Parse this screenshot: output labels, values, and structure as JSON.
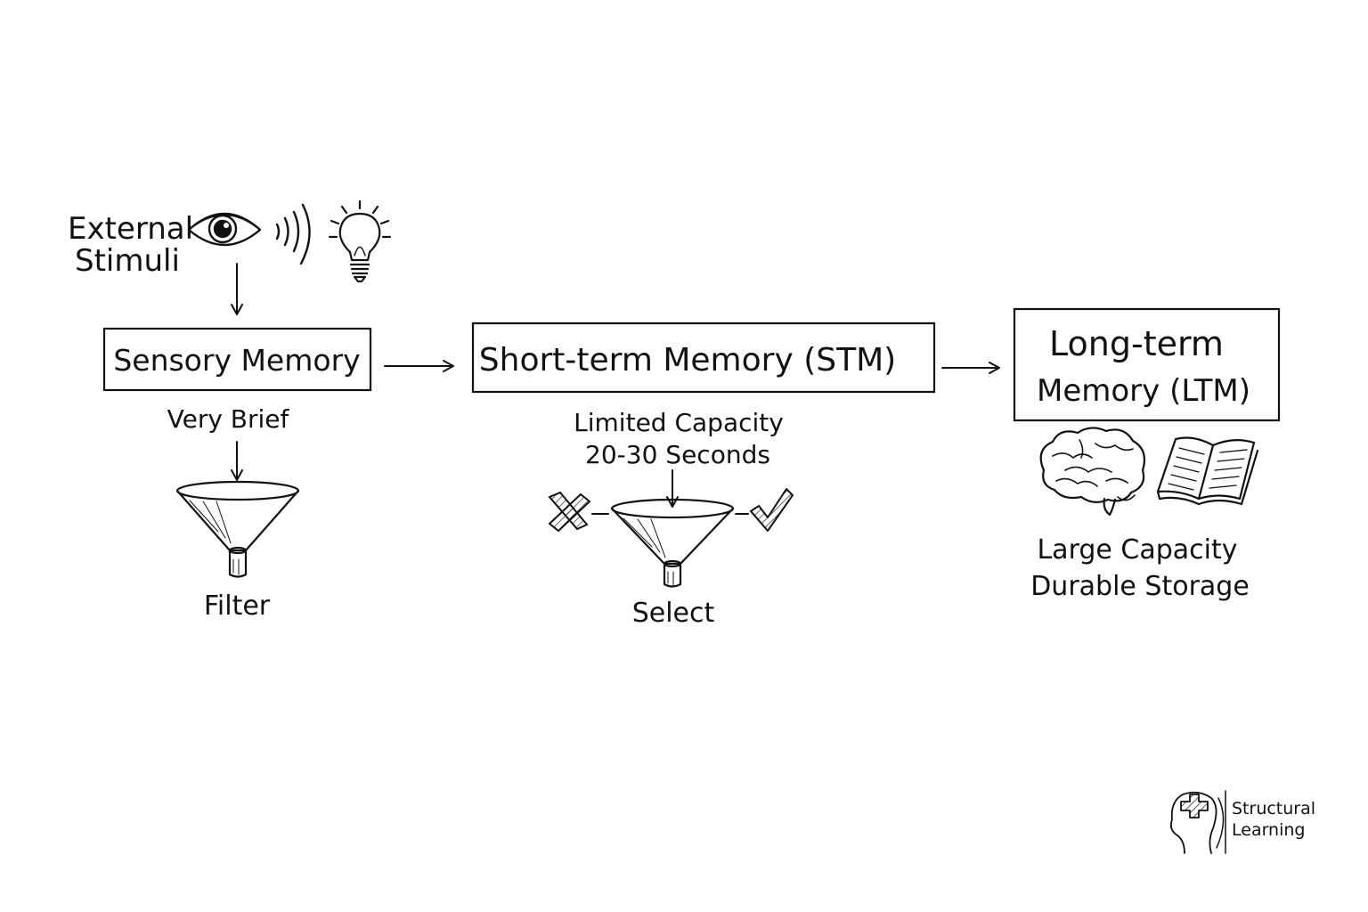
{
  "stimuli": {
    "line1": "External",
    "line2": "Stimuli",
    "icons": [
      "eye-icon",
      "sound-waves-icon",
      "lightbulb-icon"
    ]
  },
  "sensory": {
    "title": "Sensory Memory",
    "duration": "Very Brief",
    "funnel_label": "Filter",
    "icons": [
      "funnel-icon"
    ]
  },
  "stm": {
    "title": "Short-term Memory (STM)",
    "capacity": "Limited Capacity",
    "duration": "20-30 Seconds",
    "funnel_label": "Select",
    "icons": [
      "cross-icon",
      "funnel-icon",
      "checkmark-icon"
    ]
  },
  "ltm": {
    "title_line1": "Long-term",
    "title_line2": "Memory (LTM)",
    "capacity": "Large Capacity",
    "storage": "Durable Storage",
    "icons": [
      "brain-icon",
      "open-book-icon"
    ]
  },
  "logo": {
    "line1": "Structural",
    "line2": "Learning",
    "icon": "head-puzzle-logo-icon"
  }
}
